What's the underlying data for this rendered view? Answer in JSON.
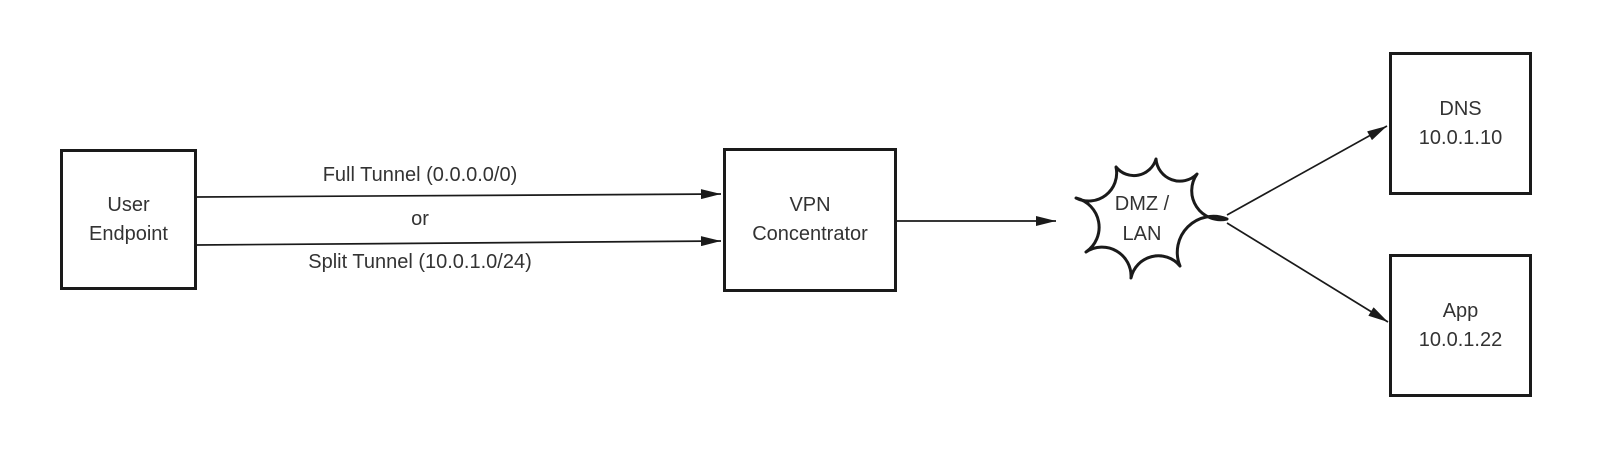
{
  "diagram": {
    "nodes": {
      "user_endpoint": {
        "line1": "User",
        "line2": "Endpoint"
      },
      "vpn_concentrator": {
        "line1": "VPN",
        "line2": "Concentrator"
      },
      "dmz_cloud": {
        "line1": "DMZ /",
        "line2": "LAN"
      },
      "dns_server": {
        "line1": "DNS",
        "line2": "10.0.1.10"
      },
      "app_server": {
        "line1": "App",
        "line2": "10.0.1.22"
      }
    },
    "edge_labels": {
      "full_tunnel": "Full Tunnel (0.0.0.0/0)",
      "or": "or",
      "split_tunnel": "Split Tunnel (10.0.1.0/24)"
    },
    "colors": {
      "stroke": "#1a1a1a",
      "text": "#333333",
      "background": "#ffffff"
    }
  }
}
